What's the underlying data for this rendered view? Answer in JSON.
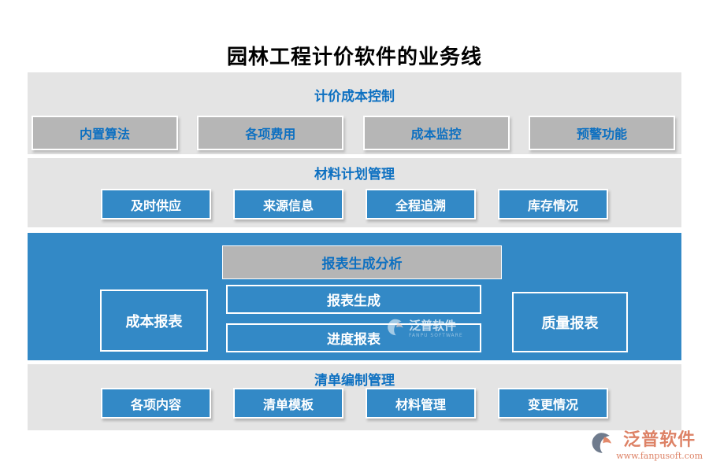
{
  "page": {
    "title": "园林工程计价软件的业务线"
  },
  "colors": {
    "accent_blue": "#3389c6",
    "heading_blue": "#0d70c1",
    "panel_gray": "#e4e4e4",
    "node_gray": "#b6b6b6",
    "logo_coral": "#dd8266"
  },
  "sections": [
    {
      "title": "计价成本控制",
      "items": [
        "内置算法",
        "各项费用",
        "成本监控",
        "预警功能"
      ]
    },
    {
      "title": "材料计划管理",
      "items": [
        "及时供应",
        "来源信息",
        "全程追溯",
        "库存情况"
      ]
    },
    {
      "title": "报表生成分析",
      "left": "成本报表",
      "middle": [
        "报表生成",
        "进度报表"
      ],
      "right": "质量报表"
    },
    {
      "title": "清单编制管理",
      "items": [
        "各项内容",
        "清单模板",
        "材料管理",
        "变更情况"
      ]
    }
  ],
  "watermark": {
    "brand": "泛普软件",
    "sub": "FANPU SOFTWARE"
  },
  "footer": {
    "brand": "泛普软件",
    "url": "www.fanpusoft.com"
  }
}
